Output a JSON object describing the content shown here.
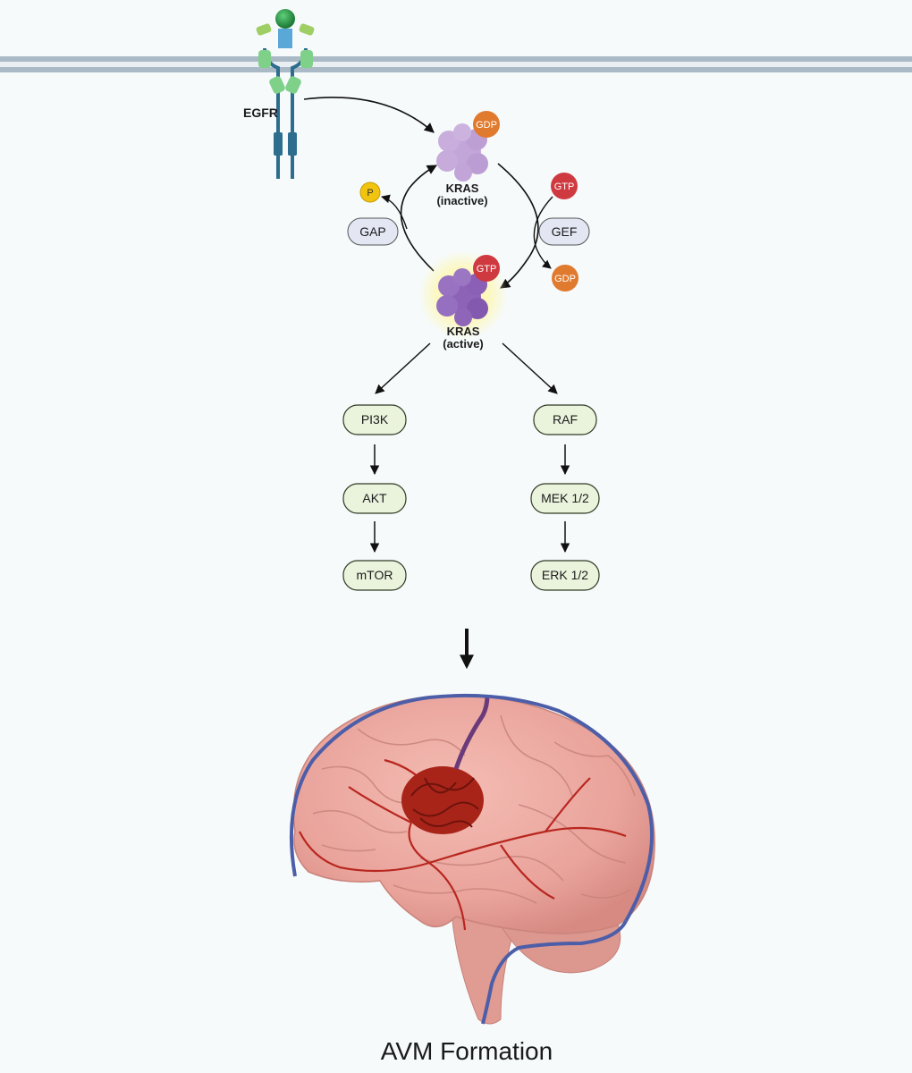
{
  "receptor": {
    "label": "EGFR"
  },
  "kras_inactive": {
    "line1": "KRAS",
    "line2": "(inactive)",
    "badge": "GDP"
  },
  "kras_active": {
    "line1": "KRAS",
    "line2": "(active)",
    "badge": "GTP"
  },
  "gap": {
    "label": "GAP",
    "product": "P"
  },
  "gef": {
    "label": "GEF",
    "input": "GTP",
    "output": "GDP"
  },
  "pi3k_pathway": [
    "PI3K",
    "AKT",
    "mTOR"
  ],
  "raf_pathway": [
    "RAF",
    "MEK 1/2",
    "ERK 1/2"
  ],
  "outcome": {
    "label": "AVM Formation"
  },
  "colors": {
    "membrane": "#a9b9c6",
    "kras_inactive": "#c3a6d9",
    "kras_active": "#8d63b8",
    "gdp_badge": "#e07a2e",
    "gtp_badge": "#cf3a40",
    "phosphate": "#f1c40f",
    "pathway_box": "#eaf3dc",
    "pathway_border": "#2f3a24",
    "enzyme_box": "#e3e7f4",
    "brain": "#e9a39b",
    "vessel_blue": "#4d5ea8",
    "vessel_red": "#b8271f"
  }
}
